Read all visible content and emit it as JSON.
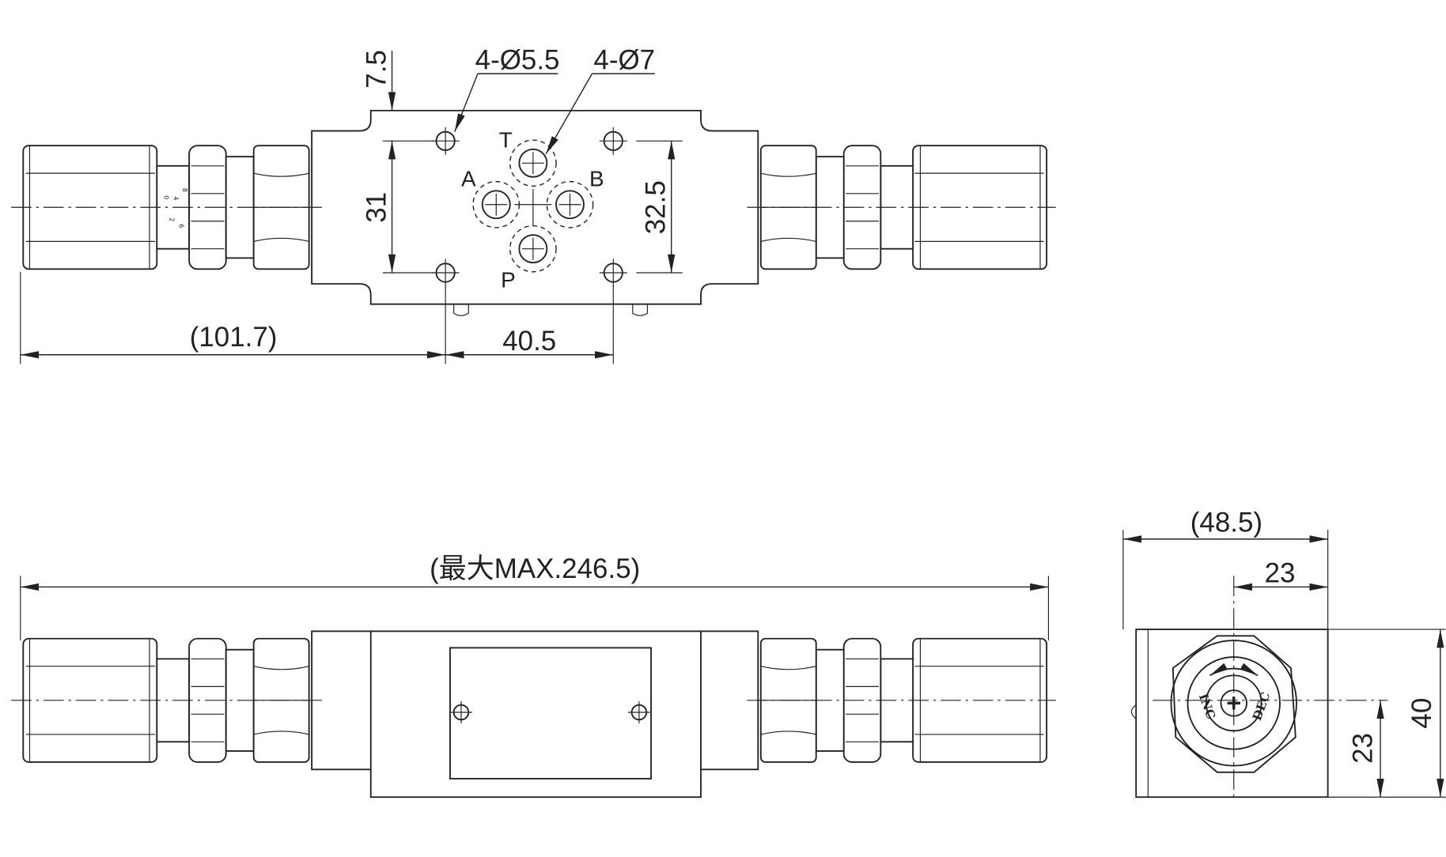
{
  "top_view": {
    "dims": {
      "offset_7_5": "7.5",
      "hole_spacing_31": "31",
      "hole_spacing_32_5": "32.5",
      "mounting_holes": "4-Ø5.5",
      "ports": "4-Ø7",
      "overhang": "(101.7)",
      "hole_pitch": "40.5"
    },
    "port_labels": {
      "t": "T",
      "a": "A",
      "b": "B",
      "p": "P"
    },
    "scale_marks": [
      "8",
      "4",
      "0",
      "2",
      "6"
    ]
  },
  "front_view": {
    "dims": {
      "overall_length": "(最大MAX.246.5)"
    }
  },
  "side_view": {
    "dims": {
      "width": "(48.5)",
      "knob_offset": "23",
      "height": "40",
      "knob_height": "23"
    },
    "knob_labels": {
      "increase": "INC",
      "decrease": "DEC"
    }
  }
}
